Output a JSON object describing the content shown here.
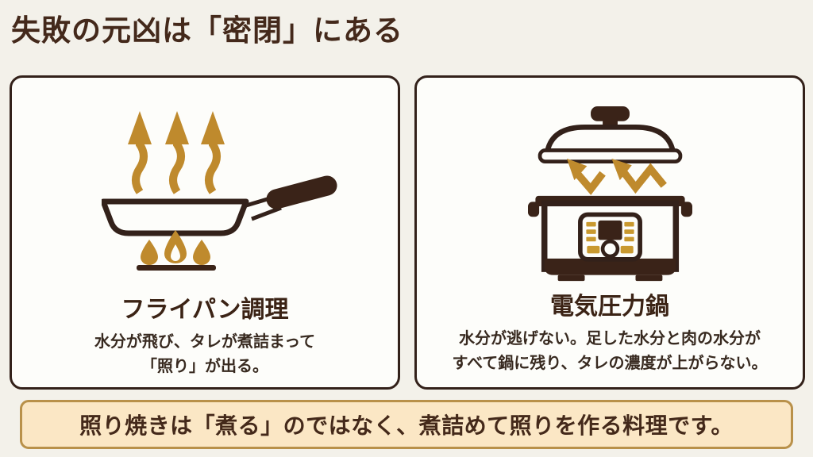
{
  "page": {
    "title": "失敗の元凶は「密閉」にある"
  },
  "colors": {
    "background": "#f3f1ea",
    "panel_background": "#fdfdfa",
    "dark_brown_outline_text": "#3a2318",
    "accent_gold": "#bf8a2d",
    "button_gold": "#c9992f",
    "banner_background": "#fbe7c5",
    "banner_border": "#b9914a"
  },
  "panels": {
    "left": {
      "icon": "frying-pan-with-steam-and-flame-icon",
      "title": "フライパン調理",
      "description_line1": "水分が飛び、タレが煮詰まって",
      "description_line2": "「照り」が出る。"
    },
    "right": {
      "icon": "electric-pressure-cooker-with-trapped-steam-icon",
      "title": "電気圧力鍋",
      "description_line1": "水分が逃げない。足した水分と肉の水分が",
      "description_line2": "すべて鍋に残り、タレの濃度が上がらない。"
    }
  },
  "footer": {
    "message": "照り焼きは「煮る」のではなく、煮詰めて照りを作る料理です。"
  }
}
